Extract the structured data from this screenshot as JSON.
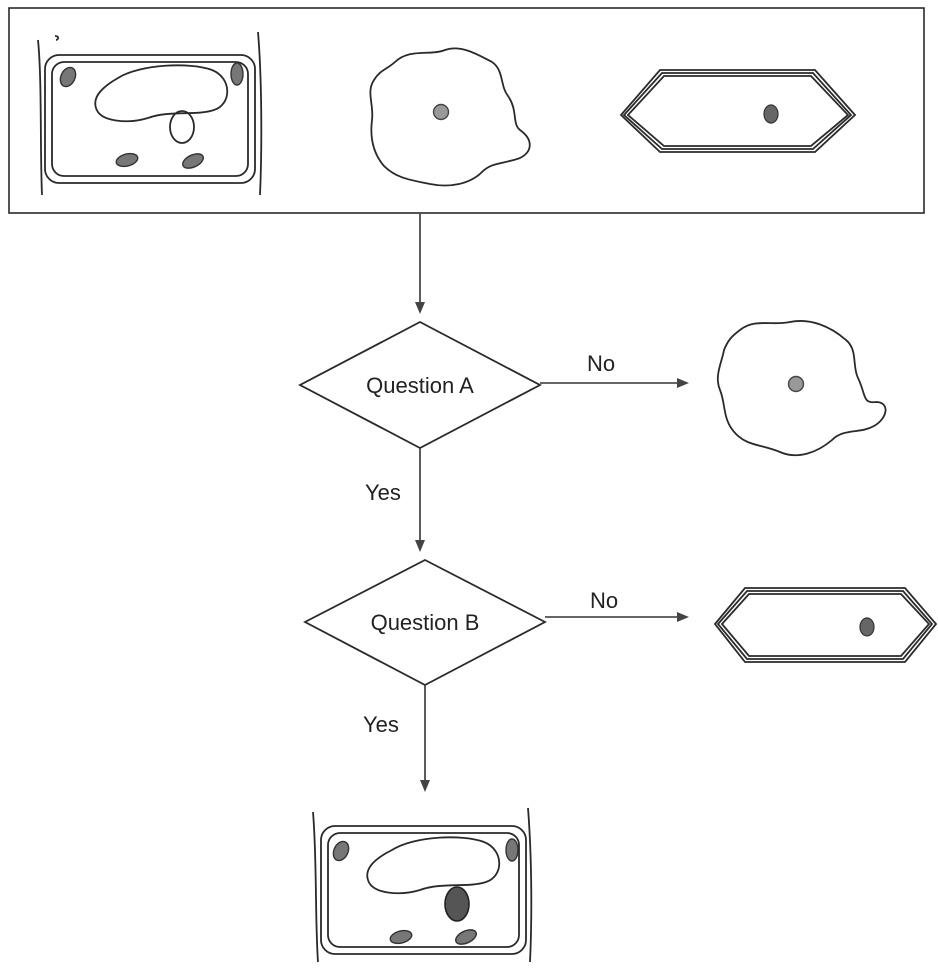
{
  "diagram": {
    "decision_a": {
      "label": "Question A",
      "no_label": "No",
      "yes_label": "Yes"
    },
    "decision_b": {
      "label": "Question B",
      "no_label": "No",
      "yes_label": "Yes"
    }
  },
  "colors": {
    "line": "#333333",
    "organelle_fill": "#777777",
    "nucleus_dark": "#6e6e6e",
    "background": "#ffffff"
  }
}
